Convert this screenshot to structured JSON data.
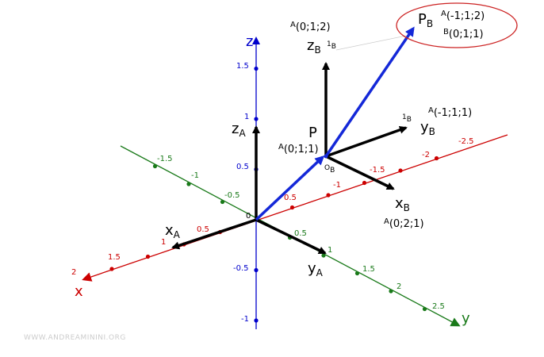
{
  "axes": {
    "x": {
      "name": "x",
      "color": "#cc0000"
    },
    "y": {
      "name": "y",
      "color": "#1a7a1a"
    },
    "z": {
      "name": "z",
      "color": "#0000cc"
    },
    "origin_label": "0",
    "x_ticks": [
      "-2.5",
      "-2",
      "-1.5",
      "-1",
      "0.5",
      "0.5",
      "1",
      "1.5",
      "2"
    ],
    "y_ticks": [
      "-1.5",
      "-1",
      "-0.5",
      "0.5",
      "1",
      "1.5",
      "2",
      "2.5"
    ],
    "z_ticks": [
      "1.5",
      "1",
      "0.5",
      "-0.5",
      "-1"
    ]
  },
  "frame_A": {
    "xA": {
      "main": "x",
      "sub": "A"
    },
    "yA": {
      "main": "y",
      "sub": "A"
    },
    "zA": {
      "main": "z",
      "sub": "A"
    }
  },
  "frame_B": {
    "xB": {
      "main": "x",
      "sub": "B",
      "coord_sup": "A",
      "coord": "(0;2;1)"
    },
    "yB": {
      "main": "y",
      "sub": "B",
      "unit": "1",
      "unit_sub": "B",
      "coord_sup": "A",
      "coord": "(-1;1;1)"
    },
    "zB": {
      "main": "z",
      "sub": "B",
      "unit": "1",
      "unit_sub": "B",
      "coord_sup": "A",
      "coord": "(0;1;2)"
    },
    "origin": {
      "main": "O",
      "sub": "B"
    }
  },
  "point_P": {
    "label": "P",
    "coord_sup": "A",
    "coord": "(0;1;1)"
  },
  "point_PB": {
    "main": "P",
    "sub": "B",
    "coord_A_sup": "A",
    "coord_A": "(-1;1;2)",
    "coord_B_sup": "B",
    "coord_B": "(0;1;1)",
    "highlight_color": "#cc2222"
  },
  "colors": {
    "vector_blue": "#1428d8",
    "frame_black": "#000000"
  },
  "watermark": "WWW.ANDREAMININI.ORG"
}
